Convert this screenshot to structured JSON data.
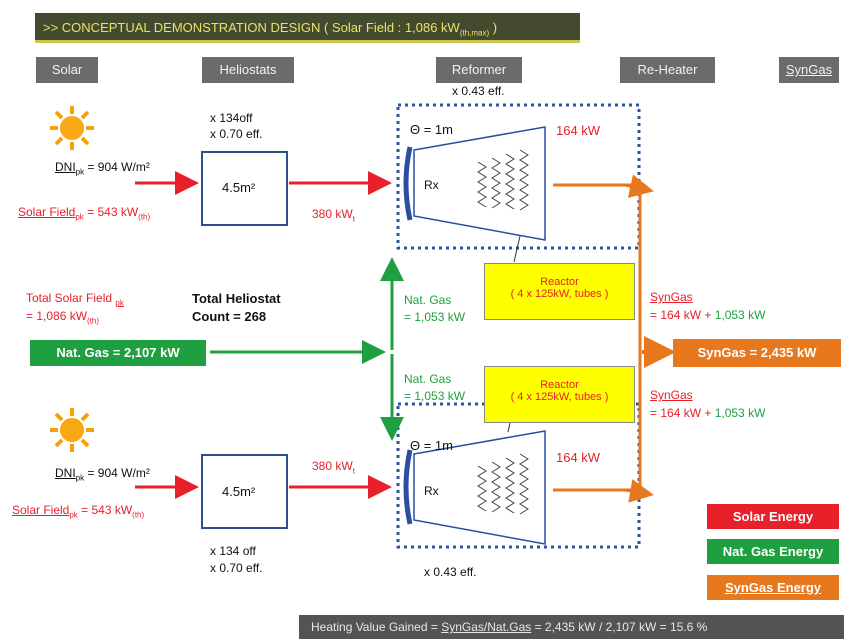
{
  "title": ">> CONCEPTUAL DEMONSTRATION DESIGN ( Solar Field : 1,086 kW",
  "title_sub": "(th,max)",
  "title_end": " )",
  "stages": [
    "Solar",
    "Heliostats",
    "Reformer",
    "Re-Heater",
    "SynGas"
  ],
  "top": {
    "dni_label": "DNI",
    "dni_sub": "pk",
    "dni_value": " = 904 W/m²",
    "field_label": "Solar Field",
    "field_sub": "pk",
    "field_value": " = 543 kW",
    "field_value_sub": "(th)",
    "heliostat_count": "x 134off",
    "heliostat_eff": "x 0.70 eff.",
    "heliostat_area": "4.5m²",
    "reformer_eff": "x 0.43 eff.",
    "arrow_power": "380 kW",
    "arrow_power_sub": "t",
    "diameter": "Θ = 1m",
    "rx": "Rx",
    "rx_power": "164 kW"
  },
  "bottom": {
    "dni_label": "DNI",
    "dni_sub": "pk",
    "dni_value": " = 904 W/m²",
    "field_label": "Solar Field",
    "field_sub": "pk",
    "field_value": " = 543 kW",
    "field_value_sub": "(th)",
    "heliostat_count": "x 134 off",
    "heliostat_eff": "x 0.70 eff.",
    "heliostat_area": "4.5m²",
    "reformer_eff": "x 0.43 eff.",
    "arrow_power": "380 kW",
    "arrow_power_sub": "t",
    "diameter": "Θ = 1m",
    "rx": "Rx",
    "rx_power": "164 kW"
  },
  "middle": {
    "total_field_l1": "Total Solar Field",
    "total_field_l1_sub": "pk",
    "total_field_l2": "= 1,086 kW",
    "total_field_l2_sub": "(th)",
    "heliostat_total_l1": "Total Heliostat",
    "heliostat_total_l2": "Count = 268",
    "natgas_input": "Nat. Gas = 2,107 kW",
    "natgas_top_l1": "Nat. Gas",
    "natgas_top_l2": "= 1,053 kW",
    "natgas_bot_l1": "Nat. Gas",
    "natgas_bot_l2": "= 1,053 kW",
    "reactor_title": "Reactor",
    "reactor_detail": "( 4 x 125kW, tubes )",
    "syngas_top_label": "SynGas",
    "syngas_top_eq_a": "= 164 kW + ",
    "syngas_top_eq_b": "1,053 kW",
    "syngas_bot_label": "SynGas",
    "syngas_bot_eq_a": "= 164 kW + ",
    "syngas_bot_eq_b": "1,053 kW",
    "syngas_output": "SynGas = 2,435 kW"
  },
  "legend": {
    "solar": "Solar Energy",
    "natgas": "Nat. Gas Energy",
    "syngas": "SynGas Energy"
  },
  "footer": {
    "prefix": "Heating Value Gained = ",
    "ratio": "SynGas/Nat.Gas",
    "result": " = 2,435 kW / 2,107 kW = 15.6 %"
  },
  "colors": {
    "solar": "#e8202a",
    "natgas": "#1fa040",
    "syngas": "#e8781e",
    "reactor_fill": "#ffff00",
    "reformer_border": "#2a55a0"
  }
}
